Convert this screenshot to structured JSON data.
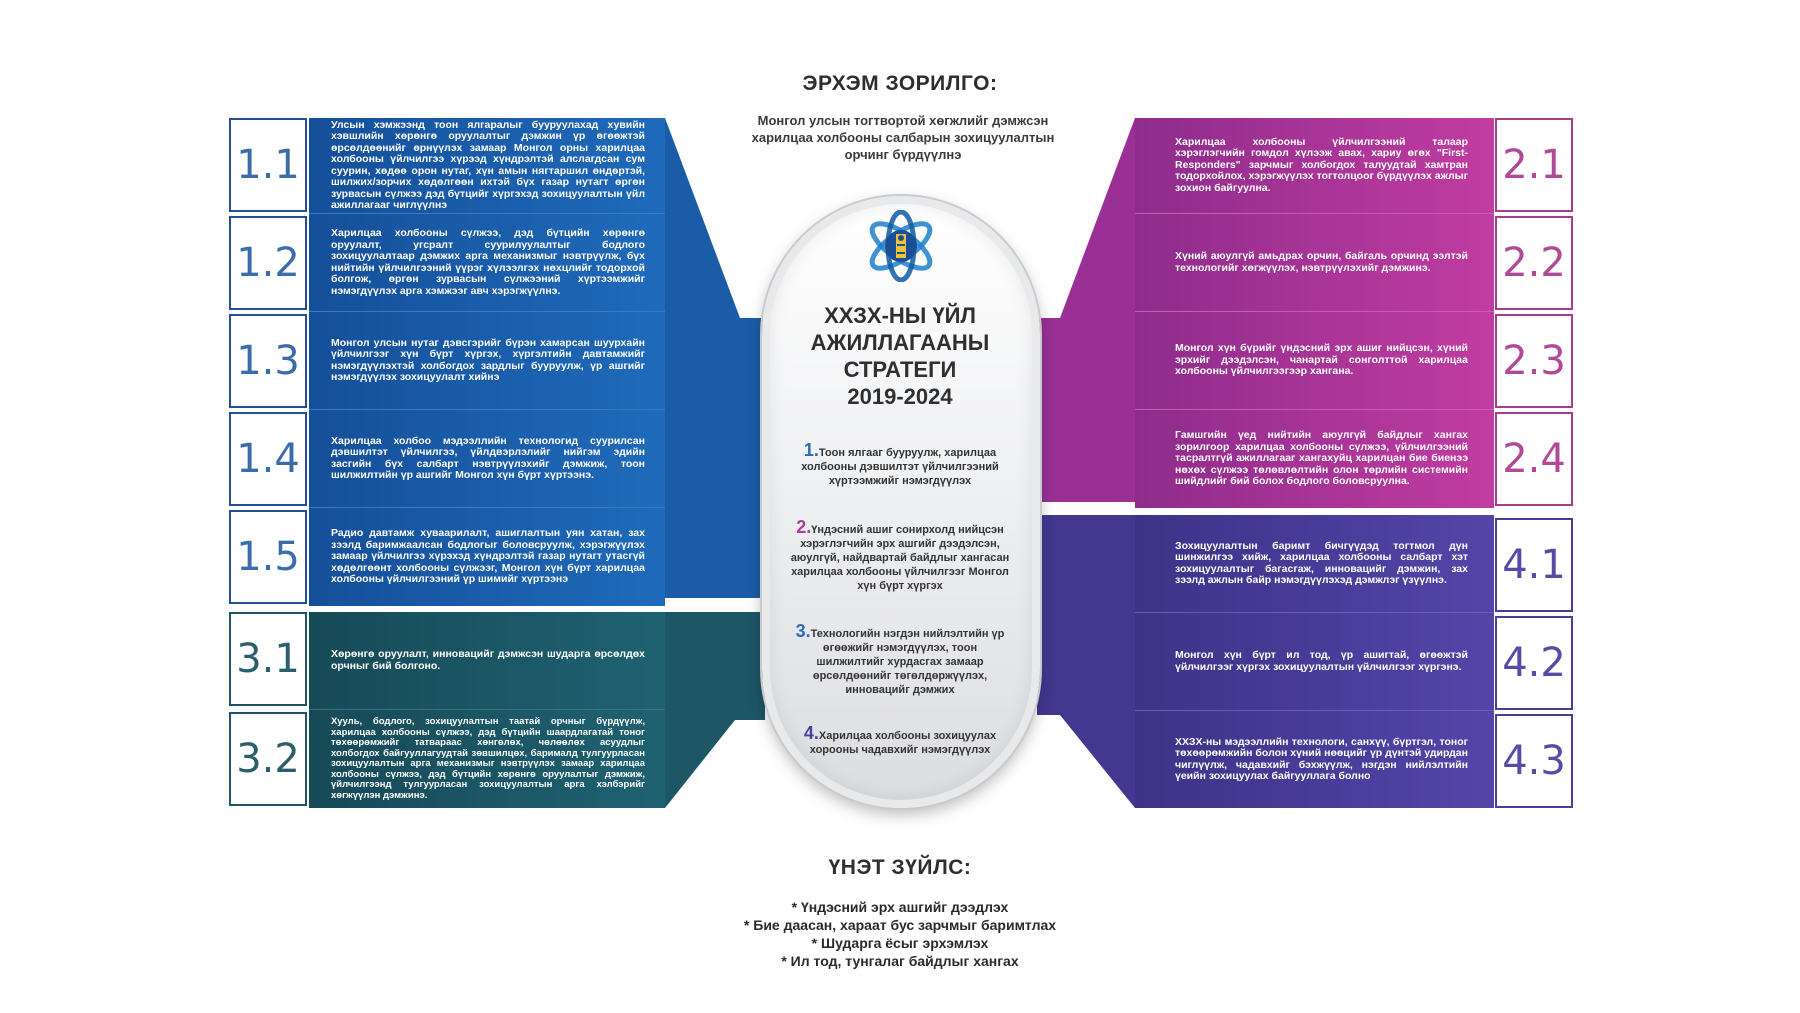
{
  "headings": {
    "mission": "ЭРХЭМ ЗОРИЛГО:",
    "values": "ҮНЭТ ЗҮЙЛС:"
  },
  "mission_text": "Монгол улсын тогтвортой хөгжлийг дэмжсэн харилцаа холбооны салбарын зохицуулалтын орчинг бүрдүүлнэ",
  "center": {
    "title_lines": [
      "ХХЗХ-НЫ ҮЙЛ",
      "АЖИЛЛАГААНЫ",
      "СТРАТЕГИ",
      "2019-2024"
    ],
    "items": [
      {
        "num": "1.",
        "text": "Тоон ялгааг бууруулж, харилцаа холбооны дэвшилтэт үйлчилгээний хүртээмжийг нэмэгдүүлэх",
        "color": "#2a6db5"
      },
      {
        "num": "2.",
        "text": "Үндэсний ашиг сонирхолд нийцсэн хэрэглэгчийн эрх ашгийг дээдэлсэн, аюулгүй, найдвартай байдлыг хангасан харилцаа холбооны үйлчилгээг Монгол хүн бүрт хүргэх",
        "color": "#b0399a"
      },
      {
        "num": "3.",
        "text": "Технологийн нэгдэн нийлэлтийн үр өгөөжийг нэмэгдүүлэх, тоон шилжилтийг хурдасгах замаар өрсөлдөөнийг төгөлдөржүүлэх, инновацийг дэмжих",
        "color": "#2a6db5"
      },
      {
        "num": "4.",
        "text": "Харилцаа холбооны зохицуулах хорооны чадавхийг нэмэгдүүлэх",
        "color": "#4c3f99"
      }
    ]
  },
  "left_goals": [
    {
      "num": "1.1",
      "text": "Улсын хэмжээнд тоон ялгаралыг бууруулахад хувийн хэвшлийн хөрөнгө оруулалтыг дэмжин үр өгөөжтэй өрсөлдөөнийг өрнүүлэх замаар Монгол орны харилцаа холбооны үйлчилгээ хүрээд хүндрэлтэй алслагдсан сум суурин, хөдөө орон нутаг, хүн амын нягтаршил өндөртэй, шилжих/зорчих хөдөлгөөн ихтэй бүх газар нутагт өргөн зурвасын сүлжээ дэд бүтцийг хүргэхэд зохицуулалтын үйл ажиллагааг чиглүүлнэ"
    },
    {
      "num": "1.2",
      "text": "Харилцаа холбооны сүлжээ, дэд бүтцийн хөрөнгө оруулалт, угсралт суурилуулалтыг бодлого зохицуулалтаар дэмжих арга механизмыг нэвтрүүлж, бүх нийтийн үйлчилгээний үүрэг хүлээлгэх нөхцлийг тодорхой болгож, өргөн зурвасын сүлжээний хүртээмжийг нэмэгдүүлэх арга хэмжээг авч хэрэгжүүлнэ."
    },
    {
      "num": "1.3",
      "text": "Монгол улсын нутаг дэвсгэрийг бүрэн хамарсан шуурхайн үйлчилгээг хүн бүрт хүргэх, хүргэлтийн давтамжийг нэмэгдүүлэхтэй холбогдох зардлыг бууруулж, үр ашгийг нэмэгдүүлэх зохицуулалт хийнэ"
    },
    {
      "num": "1.4",
      "text": "Харилцаа холбоо мэдээллийн технологид суурилсан дэвшилтэт үйлчилгээ, үйлдвэрлэлийг нийгэм эдийн засгийн бүх салбарт нэвтрүүлэхийг дэмжиж, тоон шилжилтийн үр ашгийг Монгол хүн бүрт хүртээнэ."
    },
    {
      "num": "1.5",
      "text": "Радио давтамж хуваарилалт, ашиглалтын уян хатан, зах зээлд баримжаалсан бодлогыг боловсруулж, хэрэгжүүлэх замаар үйлчилгээ хүрэхэд хүндрэлтэй газар нутагт утасгүй хөдөлгөөнт холбооны сүлжээг, Монгол хүн бүрт харилцаа холбооны үйлчилгээний үр шимийг хүртээнэ"
    },
    {
      "num": "3.1",
      "text": "Хөрөнгө оруулалт, инновацийг дэмжсэн шударга өрсөлдөх орчныг бий болгоно."
    },
    {
      "num": "3.2",
      "text": "Хууль, бодлого, зохицуулалтын таатай орчныг бүрдүүлж, харилцаа холбооны сүлжээ, дэд бүтцийн шаардлагатай тоног төхөөрөмжийг татвараас хөнгөлөх, чөлөөлөх асуудлыг холбогдох байгууллагуудтай зөвшилцөх, барималд тулгуурласан зохицуулалтын арга механизмыг нэвтрүүлэх замаар харилцаа холбооны сүлжээ, дэд бүтцийн хөрөнгө оруулалтыг дэмжиж, үйлчилгээнд тулгуурласан зохицуулалтын арга хэлбэрийг хөгжүүлэн дэмжинэ."
    }
  ],
  "right_goals": [
    {
      "num": "2.1",
      "text": "Харилцаа холбооны үйлчилгээний талаар хэрэглэгчийн гомдол хүлээж авах, хариу өгөх \"First-Responders\" зарчмыг холбогдох талуудтай хамтран тодорхойлох, хэрэгжүүлэх тогтолцоог бүрдүүлэх ажлыг зохион байгуулна."
    },
    {
      "num": "2.2",
      "text": "Хүний аюулгүй амьдрах орчин, байгаль орчинд ээлтэй технологийг хөгжүүлэх, нэвтрүүлэхийг дэмжинэ."
    },
    {
      "num": "2.3",
      "text": "Монгол хүн бүрийг үндэсний эрх ашиг нийцсэн, хүний эрхийг дээдэлсэн, чанартай сонголттой харилцаа холбооны үйлчилгээгээр хангана."
    },
    {
      "num": "2.4",
      "text": "Гамшгийн үед нийтийн аюулгүй байдлыг хангах зорилгоор харилцаа холбооны сүлжээ, үйлчилгээний тасралтгүй ажиллагааг хангахуйц харилцан бие биенээ нөхөх сүлжээ төлөвлөлтийн олон төрлийн системийн шийдлийг бий болох бодлого боловсруулна."
    },
    {
      "num": "4.1",
      "text": "Зохицуулалтын баримт бичгүүдэд тогтмол дүн шинжилгээ хийж, харилцаа холбооны салбарт хэт зохицуулалтыг багасгаж, инновацийг дэмжин, зах зээлд ажлын байр нэмэгдүүлэхэд дэмжлэг үзүүлнэ."
    },
    {
      "num": "4.2",
      "text": "Монгол хүн бүрт ил тод, үр ашигтай, өгөөжтэй үйлчилгээг хүргэх зохицуулалтын үйлчилгээг хүргэнэ."
    },
    {
      "num": "4.3",
      "text": "ХХЗХ-ны мэдээллийн технологи, санхүү, бүртгэл, тоног төхөөрөмжийн болон хүний нөөцийг үр дүнтэй удирдан чиглүүлж, чадавхийг бэхжүүлж, нэгдэн нийлэлтийн үеийн зохицуулах байгууллага болно"
    }
  ],
  "core_values": [
    "* Үндэсний эрх ашгийг дээдлэх",
    "* Бие даасан, хараат бус зарчмыг баримтлах",
    "* Шударга ёсыг эрхэмлэх",
    "* Ил тод, тунгалаг байдлыг хангах"
  ],
  "colors": {
    "blue": "#1d5fb0",
    "teal": "#1e5a6a",
    "magenta": "#b0369d",
    "indigo": "#4c3d9a"
  },
  "logo": "soyombo-emblem-icon"
}
